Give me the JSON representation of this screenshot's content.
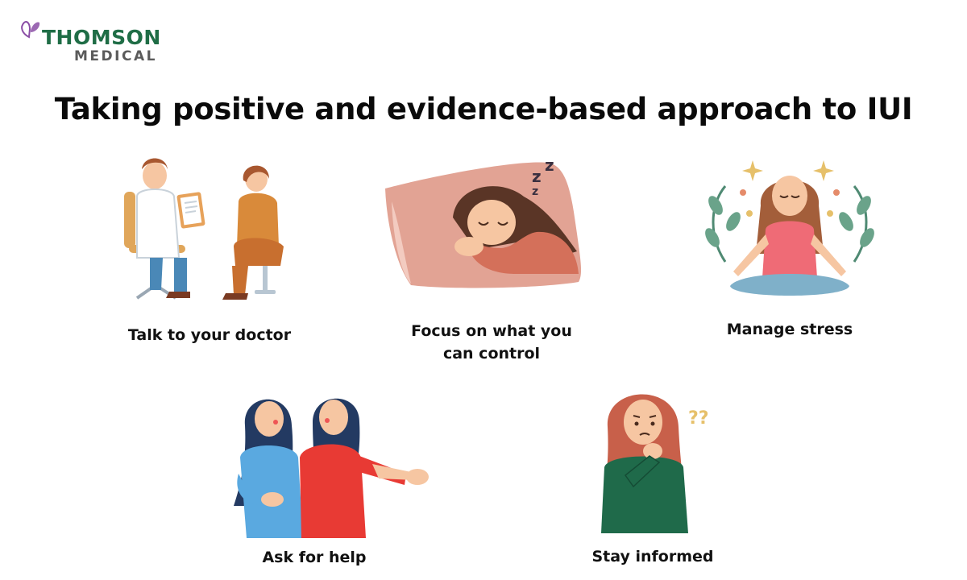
{
  "brand": {
    "name": "THOMSON",
    "subname": "MEDICAL"
  },
  "title": "Taking positive and evidence-based approach to IUI",
  "items": [
    {
      "label": "Talk to your doctor",
      "icon": "doctor-consultation-illustration"
    },
    {
      "label": "Focus on what you\ncan control",
      "icon": "sleeping-woman-illustration"
    },
    {
      "label": "Manage stress",
      "icon": "meditating-woman-illustration"
    },
    {
      "label": "Ask for help",
      "icon": "two-women-support-illustration"
    },
    {
      "label": "Stay informed",
      "icon": "thinking-woman-illustration"
    }
  ],
  "colors": {
    "brand_green": "#1f6d46",
    "brand_gray": "#5b5b5b",
    "brand_purple": "#8b4fa6"
  }
}
